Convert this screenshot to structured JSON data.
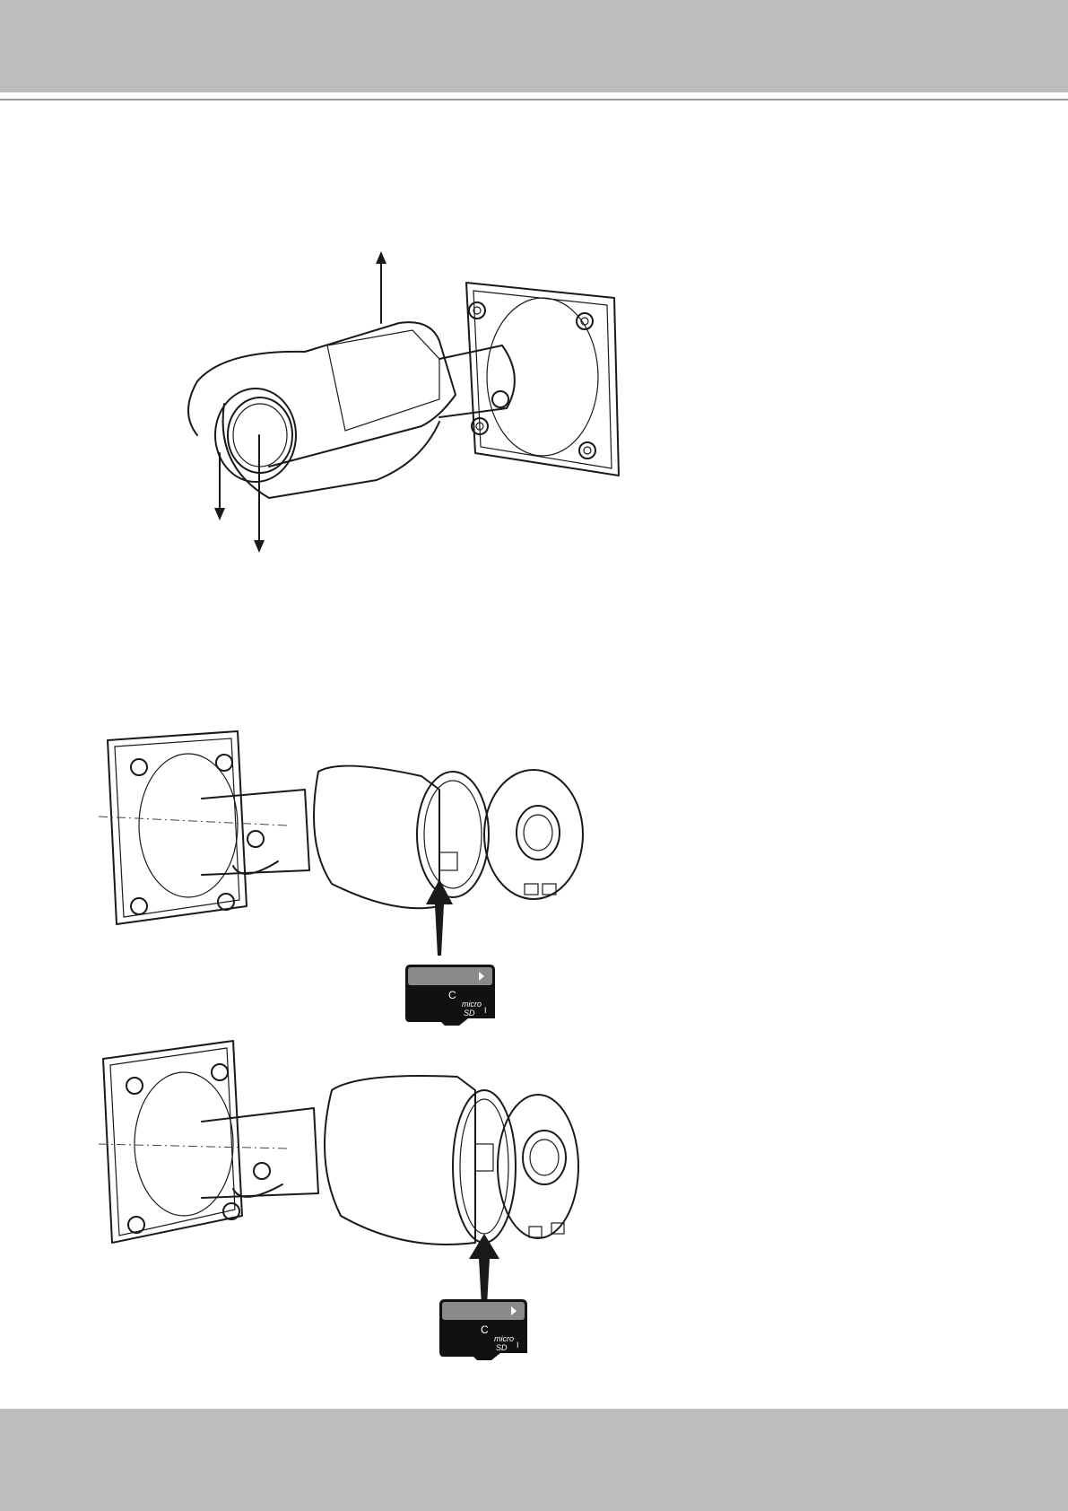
{
  "page": {
    "header_color": "#bdbdbd",
    "footer_color": "#bdbdbd"
  },
  "sd_card_top": {
    "class_mark": "C",
    "brand_line1": "micro",
    "brand_line2": "SD",
    "speed_mark": "I"
  },
  "sd_card_bottom": {
    "class_mark": "C",
    "brand_line1": "micro",
    "brand_line2": "SD",
    "speed_mark": "I"
  }
}
